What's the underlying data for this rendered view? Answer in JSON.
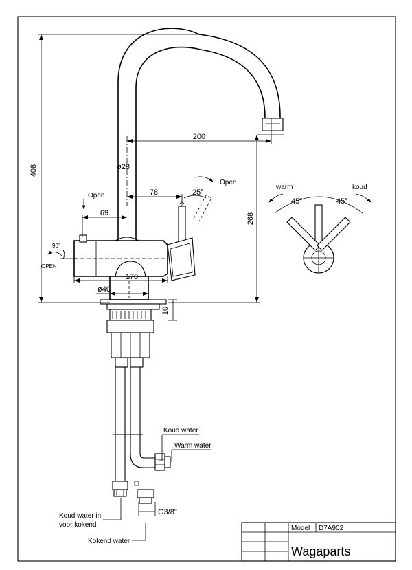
{
  "dimensions": {
    "height_total": "408",
    "height_spout": "268",
    "reach": "200",
    "spout_diameter": "ø28",
    "handle_offset": "78",
    "angle_handle": "25°",
    "open_right": "Open",
    "open_top": "Open",
    "body_offset": "69",
    "rotate_angle": "90°",
    "open_left": "OPEN",
    "body_width": "170",
    "base_diameter": "ø40",
    "base_height": "10"
  },
  "handle_view": {
    "warm_label": "warm",
    "cold_label": "koud",
    "angle_left": "45°",
    "angle_right": "45°"
  },
  "hoses": {
    "cold_water": "Koud water",
    "warm_water": "Warm water",
    "cold_water_in_line1": "Koud water in",
    "cold_water_in_line2": "voor kokend",
    "thread": "G3/8\"",
    "boiling_water": "Kokend water"
  },
  "title_block": {
    "model_label": "Model",
    "model_value": "D7A902",
    "brand": "Wagaparts"
  }
}
